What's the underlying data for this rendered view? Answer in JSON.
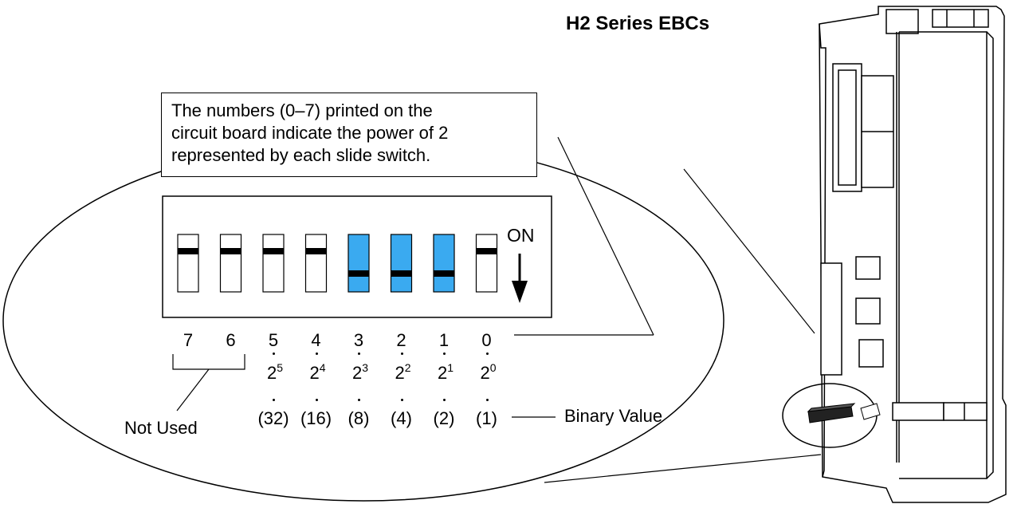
{
  "title": "H2 Series EBCs",
  "callout": {
    "lines": [
      "The numbers (0–7) printed on the",
      "circuit board indicate the power of 2",
      "represented by each slide switch."
    ]
  },
  "on_label": "ON",
  "switches": [
    {
      "number": "7",
      "state": "off",
      "power_base": "",
      "power_exp": "",
      "value": ""
    },
    {
      "number": "6",
      "state": "off",
      "power_base": "",
      "power_exp": "",
      "value": ""
    },
    {
      "number": "5",
      "state": "off",
      "power_base": "2",
      "power_exp": "5",
      "value": "(32)"
    },
    {
      "number": "4",
      "state": "off",
      "power_base": "2",
      "power_exp": "4",
      "value": "(16)"
    },
    {
      "number": "3",
      "state": "on",
      "power_base": "2",
      "power_exp": "3",
      "value": "(8)"
    },
    {
      "number": "2",
      "state": "on",
      "power_base": "2",
      "power_exp": "2",
      "value": "(4)"
    },
    {
      "number": "1",
      "state": "on",
      "power_base": "2",
      "power_exp": "1",
      "value": "(2)"
    },
    {
      "number": "0",
      "state": "off",
      "power_base": "2",
      "power_exp": "0",
      "value": "(1)"
    }
  ],
  "not_used_label": "Not Used",
  "binary_value_label": "Binary Value",
  "colors": {
    "switch_on": "#3aaaf0",
    "switch_off": "#ffffff"
  }
}
